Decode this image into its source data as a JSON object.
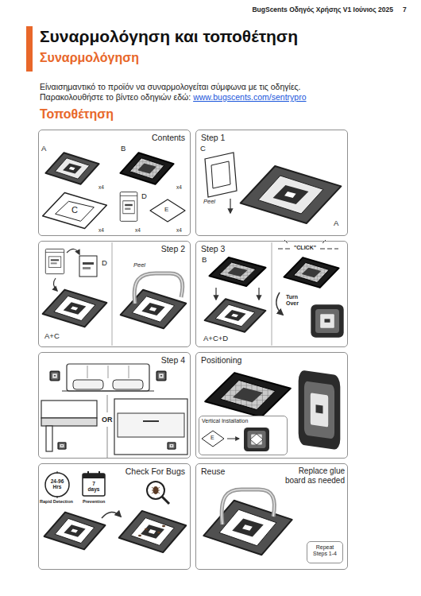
{
  "diagram": {
    "title": "Συναρμολόγηση και τοποθέτηση",
    "nodes": [
      {
        "text": [
          "Contents"
        ]
      },
      {
        "text": [
          "Step 1"
        ]
      },
      {
        "text": [
          "Step 2"
        ]
      },
      {
        "text": [
          "Step 3"
        ]
      },
      {
        "text": [
          "Step 4"
        ]
      },
      {
        "text": [
          "Positioning"
        ]
      },
      {
        "text": [
          "Vertical Installation"
        ],
        "in": 5
      },
      {
        "text": [
          "Check For Bugs"
        ]
      },
      {
        "text": [
          "Reuse"
        ]
      },
      {
        "text": [
          "Repeat Steps 1-4"
        ],
        "in": 8
      }
    ],
    "labels": [
      "BugScents Οδηγός Χρήσης V1 Ιούνιος 2025",
      "7",
      "Συναρμολόγηση",
      "Είναισημαντικό το προϊόν να συναρμολογείται σύμφωνα με τις οδηγίες.",
      "Παρακολουθήστε το βίντεο οδηγιών εδώ:",
      "www.bugscents.com/sentrypro",
      "Τοποθέτηση",
      "A",
      "B",
      "x4",
      "x4",
      "C",
      "D",
      "E",
      "x4",
      "x4",
      "x4",
      "C",
      "Peel",
      "A",
      "D",
      "A+C",
      "Peel",
      "B",
      "A+C+D",
      "\"CLICK\"",
      "Turn Over",
      "OR",
      "E",
      "24-96 Hrs",
      "7 days",
      "Rapid Detection",
      "Prevention",
      "Replace glue board as needed"
    ]
  }
}
